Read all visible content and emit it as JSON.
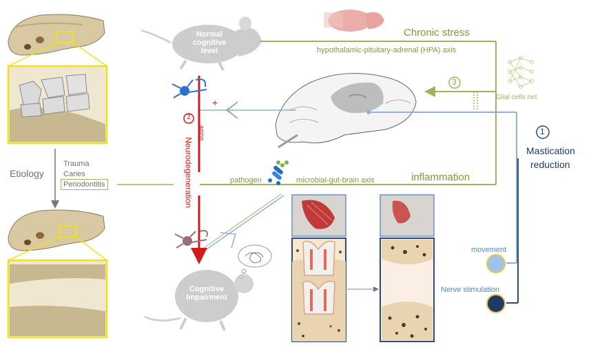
{
  "labels": {
    "chronic_stress": "Chronic stress",
    "hpa_axis": "hypothalamic-pituitary-adrenal (HPA) axis",
    "glial_cells_net": "Glial cells net",
    "step3": "3",
    "step1": "1",
    "mastication_line1": "Mastication",
    "mastication_line2": "reduction",
    "inflammation": "inflammation",
    "pathogen": "pathogen",
    "microbial_axis": "microbial-gut-brain axis",
    "normal_line1": "Normal",
    "normal_line2": "cognitive",
    "normal_line3": "level",
    "cognitive_line1": "Cognitive",
    "cognitive_line2": "Impairment",
    "etiology": "Etiology",
    "trauma": "Trauma",
    "caries": "Caries",
    "periodontitis": "Periodontitis",
    "step2": "2",
    "neurodegeneration": "Neurodegeneration",
    "aging": "aging",
    "plus": "+",
    "movement": "movement",
    "nerve_stimulation": "Nerve stimulation"
  },
  "colors": {
    "green_line": "#9ab55a",
    "blue_line": "#8fb0d8",
    "navy_line": "#2a4a7f",
    "red_arrow": "#d11a1a",
    "yellow_frame": "#f2e01e",
    "movement_dot": "#9dc3ea",
    "nerve_dot": "#1f3a68"
  },
  "icons": [
    "skull-icon",
    "rat-icon",
    "brain-icon",
    "neuron-icon",
    "neural-net-icon",
    "bacteria-icon",
    "tooth-icon",
    "muscle-icon",
    "thought-bubble-icon"
  ]
}
